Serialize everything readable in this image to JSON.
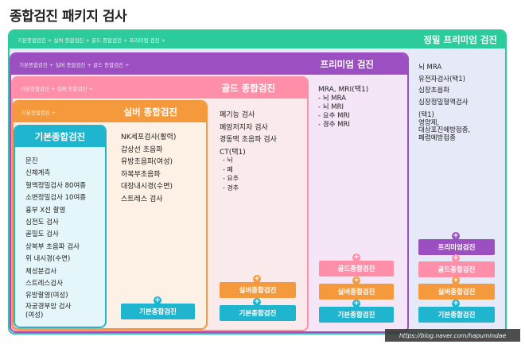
{
  "page_title": "종합검진 패키지 검사",
  "colors": {
    "premium_plus": "#2ccb9c",
    "premium": "#9b4fc0",
    "gold": "#ff8ea8",
    "silver": "#f59a3c",
    "basic": "#1fb5cf"
  },
  "tiers": {
    "premium_plus": {
      "crumb": "기본종합검진 + 실버 종합검진 + 골드 종합검진 + 프리미엄 검진 +",
      "name": "정밀 프리미엄 검진",
      "items": [
        "뇌 MRA",
        "유전자검사(택1)",
        "심장초음파",
        "심장정밀혈액검사"
      ],
      "note": [
        "(택1)",
        "영양제,",
        "대상포진예방접종,",
        "폐렴예방접종"
      ],
      "buttons": [
        "프리미엄검진",
        "골드종합검진",
        "실버종합검진",
        "기본종합검진"
      ]
    },
    "premium": {
      "crumb": "기본종합검진 + 실버 종합검진 + 골드 종합검진 +",
      "name": "프리미엄 검진",
      "items": [
        "MRA, MRI(택1)",
        "- 뇌 MRA",
        "- 뇌 MRI",
        "- 요추 MRI",
        "- 경추 MRI"
      ],
      "buttons": [
        "골드종합검진",
        "실버종합검진",
        "기본종합검진"
      ]
    },
    "gold": {
      "crumb": "기본종합검진 + 실버 종합검진 +",
      "name": "골드 종합검진",
      "items": [
        "폐기능 검사",
        "폐암저지자 검사",
        "경동맥 초음파 검사",
        "CT(택1)"
      ],
      "subitems": [
        "- 뇌",
        "- 폐",
        "- 요추",
        "- 경추"
      ],
      "buttons": [
        "실버종합검진",
        "기본종합검진"
      ]
    },
    "silver": {
      "crumb": "기본종합검진 +",
      "name": "실버 종합검진",
      "items": [
        "NK세포검사(활력)",
        "갑상선 초음파",
        "유방초음파(여성)",
        "하복부초음파",
        "대장내시경(수면)",
        "스트레스 검사"
      ],
      "buttons": [
        "기본종합검진"
      ]
    },
    "basic": {
      "name": "기본종합검진",
      "items": [
        "문진",
        "신체계측",
        "혈액정밀검사 80여종",
        "소변정밀검사 10여종",
        "흉부 X선 촬영",
        "심전도 검사",
        "골밀도 검사",
        "상복부 초음파 검사",
        "위 내시경(수면)",
        "체성분검사",
        "스트레스검사",
        "유방촬영(여성)",
        "자궁경부암 검사",
        "(여성)"
      ]
    }
  },
  "watermark": "https://blog.naver.com/hapumindae"
}
